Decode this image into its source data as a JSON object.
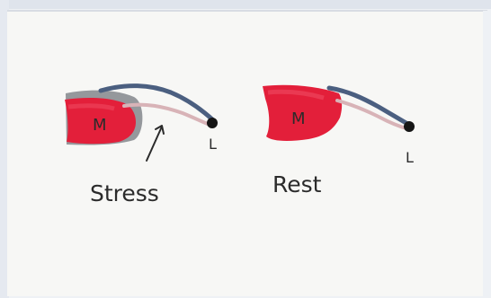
{
  "labels": {
    "left_muscle": "M",
    "left_ligament": "L",
    "left_caption": "Stress",
    "right_muscle": "M",
    "right_ligament": "L",
    "right_caption": "Rest"
  },
  "colors": {
    "muscle": "#e31f3a",
    "muscle_shadow": "#b9142a",
    "sheath": "#8c8f95",
    "tendon_blue": "#4b5f80",
    "tendon_pink": "#d8b3b7",
    "dot": "#151515",
    "stroke": "#2b2b2b",
    "paper": "#f7f7f5",
    "border": "#d9dde4"
  }
}
